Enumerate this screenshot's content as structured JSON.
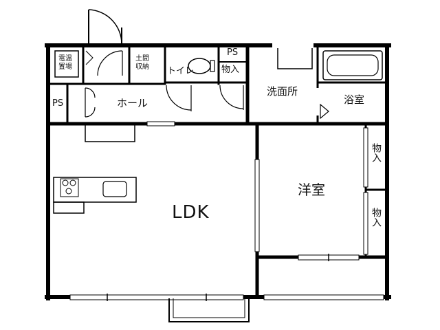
{
  "rooms": {
    "ldk": "LDK",
    "western_room": "洋室",
    "washroom": "洗面所",
    "bathroom": "浴室",
    "toilet": "トイレ",
    "hall": "ホール",
    "storage_top": "物入",
    "storage_right_1": "物入",
    "storage_right_2": "物入",
    "earth_floor_storage_line1": "土間",
    "earth_floor_storage_line2": "収納",
    "water_heater_line1": "電温",
    "water_heater_line2": "置場",
    "ps_top": "PS",
    "ps_left": "PS"
  },
  "colors": {
    "wall": "#000000",
    "fixture": "#000000",
    "background": "#ffffff"
  }
}
